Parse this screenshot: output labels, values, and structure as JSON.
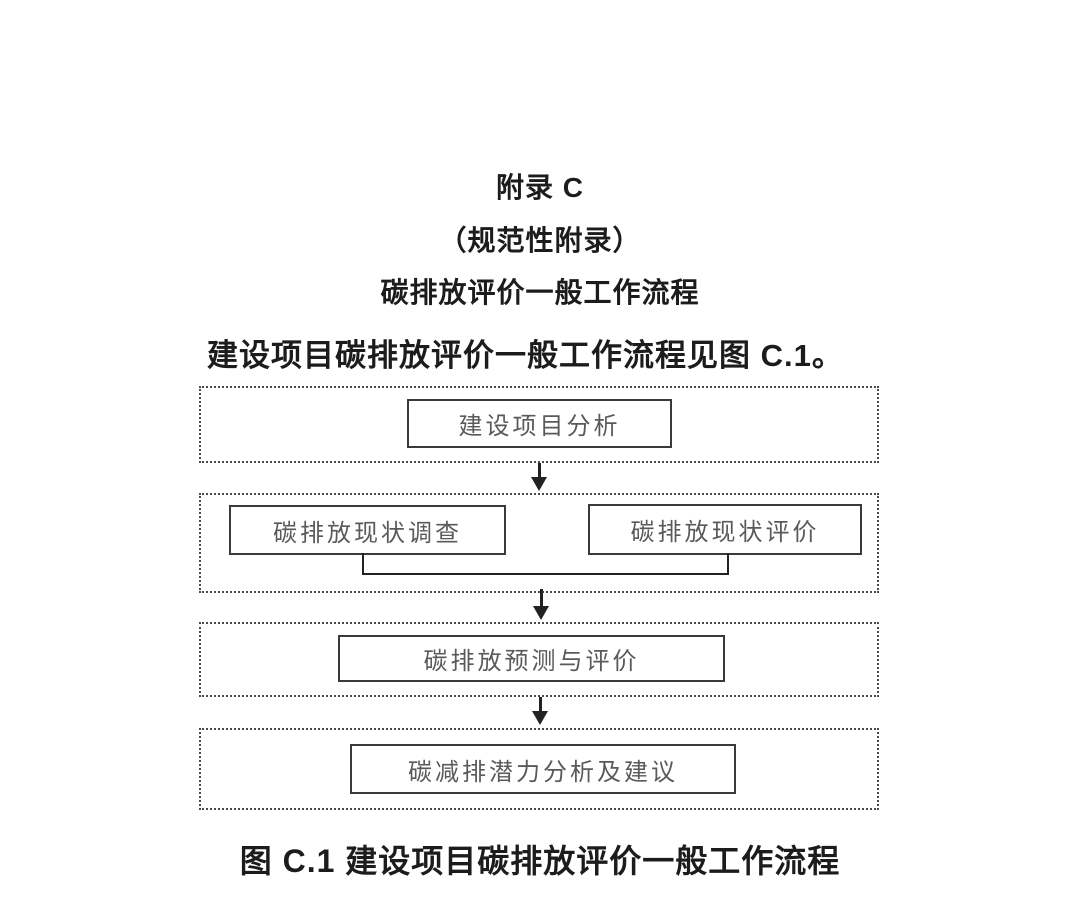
{
  "document": {
    "appendix_title": "附录 C",
    "appendix_type": "（规范性附录）",
    "appendix_subtitle": "碳排放评价一般工作流程",
    "intro_text": "建设项目碳排放评价一般工作流程见图 C.1。",
    "figure_caption": "图 C.1 建设项目碳排放评价一般工作流程"
  },
  "flowchart": {
    "figure_id": "C.1",
    "steps": [
      {
        "id": "step-1",
        "label": "建设项目分析"
      },
      {
        "id": "step-2a",
        "label": "碳排放现状调查"
      },
      {
        "id": "step-2b",
        "label": "碳排放现状评价"
      },
      {
        "id": "step-3",
        "label": "碳排放预测与评价"
      },
      {
        "id": "step-4",
        "label": "碳减排潜力分析及建议"
      }
    ],
    "flow": [
      "step-1 -> step-2a/step-2b",
      "step-2a + step-2b -> step-3",
      "step-3 -> step-4"
    ]
  },
  "colors": {
    "background": "#ffffff",
    "heading_text": "#1c1c1c",
    "box_border": "#3a3a3a",
    "box_text": "#5a5a5a",
    "dotted_border": "#4a4a4a",
    "arrow": "#222222"
  }
}
